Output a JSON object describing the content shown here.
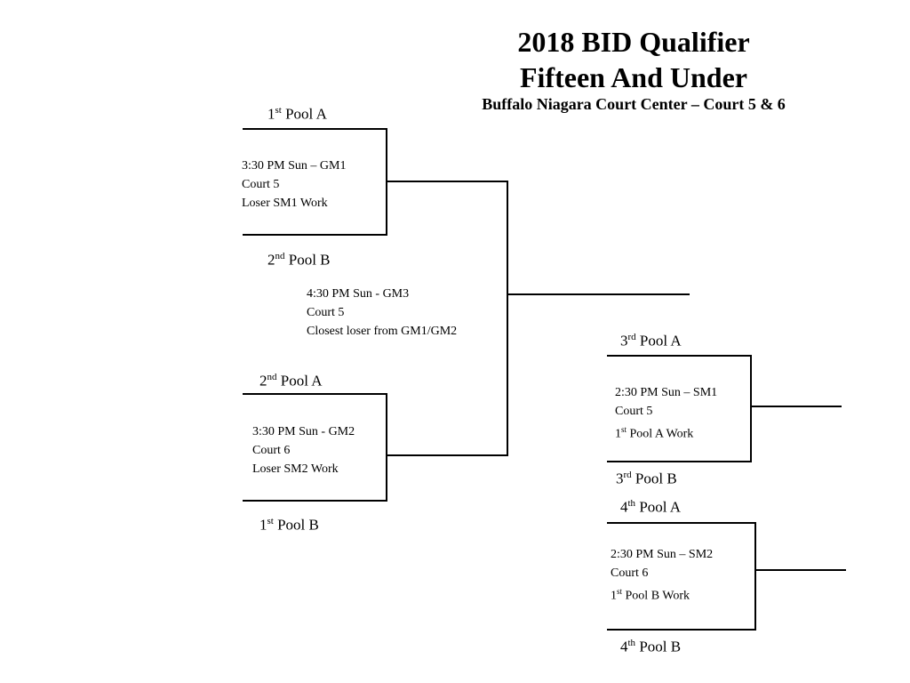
{
  "title": {
    "line1": "2018 BID Qualifier",
    "line2": "Fifteen And Under",
    "venue": "Buffalo Niagara Court Center – Court 5 & 6"
  },
  "teams": {
    "pool_a_1": {
      "num": "1",
      "sup": "st",
      "label": "Pool A"
    },
    "pool_b_2": {
      "num": "2",
      "sup": "nd",
      "label": "Pool B"
    },
    "pool_a_2": {
      "num": "2",
      "sup": "nd",
      "label": "Pool A"
    },
    "pool_b_1": {
      "num": "1",
      "sup": "st",
      "label": "Pool B"
    },
    "pool_a_3": {
      "num": "3",
      "sup": "rd",
      "label": "Pool A"
    },
    "pool_b_3": {
      "num": "3",
      "sup": "rd",
      "label": "Pool B"
    },
    "pool_a_4": {
      "num": "4",
      "sup": "th",
      "label": "Pool A"
    },
    "pool_b_4": {
      "num": "4",
      "sup": "th",
      "label": "Pool B"
    }
  },
  "games": {
    "gm1": {
      "time": "3:30 PM Sun – GM1",
      "court": "Court 5",
      "work": "Loser SM1 Work"
    },
    "gm2": {
      "time": "3:30 PM Sun - GM2",
      "court": "Court 6",
      "work": "Loser SM2 Work"
    },
    "gm3": {
      "time": "4:30 PM Sun - GM3",
      "court": "Court 5",
      "work": "Closest loser from GM1/GM2"
    },
    "sm1": {
      "time": "2:30 PM Sun – SM1",
      "court": "Court 5",
      "work_num": "1",
      "work_sup": "st",
      "work_rest": "Pool A Work"
    },
    "sm2": {
      "time": "2:30 PM Sun – SM2",
      "court": "Court 6",
      "work_num": "1",
      "work_sup": "st",
      "work_rest": "Pool B Work"
    }
  }
}
